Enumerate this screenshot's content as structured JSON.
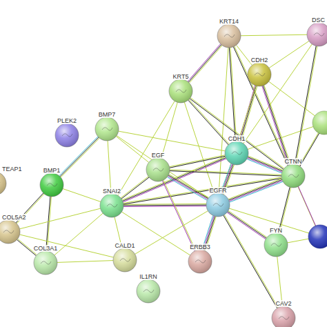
{
  "diagram": {
    "nodes": [
      {
        "text": [
          "KRT14"
        ]
      },
      {
        "text": [
          "DSC"
        ]
      },
      {
        "text": [
          "CDH2"
        ]
      },
      {
        "text": [
          "KRT5"
        ]
      },
      {
        "text": [
          "PLEK2"
        ]
      },
      {
        "text": [
          "BMP7"
        ]
      },
      {
        "text": [
          "CDH1"
        ]
      },
      {
        "text": [
          "EGF"
        ]
      },
      {
        "text": [
          "CTNN"
        ]
      },
      {
        "text": [
          "BMP1"
        ]
      },
      {
        "text": [
          "TEAP1"
        ]
      },
      {
        "text": [
          "SNAI2"
        ]
      },
      {
        "text": [
          "EGFR"
        ]
      },
      {
        "text": [
          "COL5A2"
        ]
      },
      {
        "text": [
          "FYN"
        ]
      },
      {
        "text": [
          "CALD1"
        ]
      },
      {
        "text": [
          "COL3A1"
        ]
      },
      {
        "text": [
          "ERBB3"
        ]
      },
      {
        "text": [
          "IL1RN"
        ]
      },
      {
        "text": [
          "CAV2"
        ]
      }
    ],
    "edges": [
      {
        "from": 0,
        "to": 3,
        "arrow": "none"
      },
      {
        "from": 0,
        "to": 2,
        "arrow": "none"
      },
      {
        "from": 0,
        "to": 1,
        "arrow": "none"
      },
      {
        "from": 0,
        "to": 6,
        "arrow": "none"
      },
      {
        "from": 0,
        "to": 8,
        "arrow": "none"
      },
      {
        "from": 0,
        "to": 12,
        "arrow": "none"
      },
      {
        "from": 3,
        "to": 6,
        "arrow": "none"
      },
      {
        "from": 3,
        "to": 12,
        "arrow": "none"
      },
      {
        "from": 3,
        "to": 8,
        "arrow": "none"
      },
      {
        "from": 3,
        "to": 7,
        "arrow": "none"
      },
      {
        "from": 3,
        "to": 11,
        "arrow": "none"
      },
      {
        "from": 1,
        "to": 2,
        "arrow": "none"
      },
      {
        "from": 1,
        "to": 8,
        "arrow": "none"
      },
      {
        "from": 1,
        "to": 6,
        "arrow": "none"
      },
      {
        "from": 2,
        "to": 6,
        "arrow": "none"
      },
      {
        "from": 2,
        "to": 8,
        "arrow": "none"
      },
      {
        "from": 2,
        "to": 12,
        "arrow": "none"
      },
      {
        "from": 5,
        "to": 9,
        "arrow": "none"
      },
      {
        "from": 5,
        "to": 7,
        "arrow": "none"
      },
      {
        "from": 5,
        "to": 11,
        "arrow": "none"
      },
      {
        "from": 5,
        "to": 6,
        "arrow": "none"
      },
      {
        "from": 5,
        "to": 12,
        "arrow": "none"
      },
      {
        "from": 9,
        "to": 13,
        "arrow": "none"
      },
      {
        "from": 9,
        "to": 16,
        "arrow": "none"
      },
      {
        "from": 9,
        "to": 11,
        "arrow": "none"
      },
      {
        "from": 13,
        "to": 16,
        "arrow": "none"
      },
      {
        "from": 13,
        "to": 11,
        "arrow": "none"
      },
      {
        "from": 13,
        "to": 15,
        "arrow": "none"
      },
      {
        "from": 16,
        "to": 11,
        "arrow": "none"
      },
      {
        "from": 16,
        "to": 15,
        "arrow": "none"
      },
      {
        "from": 11,
        "to": 7,
        "arrow": "none"
      },
      {
        "from": 11,
        "to": 6,
        "arrow": "none"
      },
      {
        "from": 11,
        "to": 12,
        "arrow": "none"
      },
      {
        "from": 11,
        "to": 8,
        "arrow": "none"
      },
      {
        "from": 11,
        "to": 15,
        "arrow": "none"
      },
      {
        "from": 11,
        "to": 17,
        "arrow": "none"
      },
      {
        "from": 7,
        "to": 12,
        "arrow": "none"
      },
      {
        "from": 7,
        "to": 6,
        "arrow": "none"
      },
      {
        "from": 7,
        "to": 17,
        "arrow": "none"
      },
      {
        "from": 7,
        "to": 8,
        "arrow": "none"
      },
      {
        "from": 6,
        "to": 12,
        "arrow": "none"
      },
      {
        "from": 6,
        "to": 8,
        "arrow": "none"
      },
      {
        "from": 12,
        "to": 8,
        "arrow": "none"
      },
      {
        "from": 12,
        "to": 17,
        "arrow": "none"
      },
      {
        "from": 12,
        "to": 14,
        "arrow": "none"
      },
      {
        "from": 12,
        "to": 19,
        "arrow": "none"
      },
      {
        "from": 12,
        "to": 15,
        "arrow": "none"
      },
      {
        "from": 8,
        "to": 14,
        "arrow": "none"
      },
      {
        "from": 14,
        "to": 19,
        "arrow": "none"
      }
    ]
  }
}
